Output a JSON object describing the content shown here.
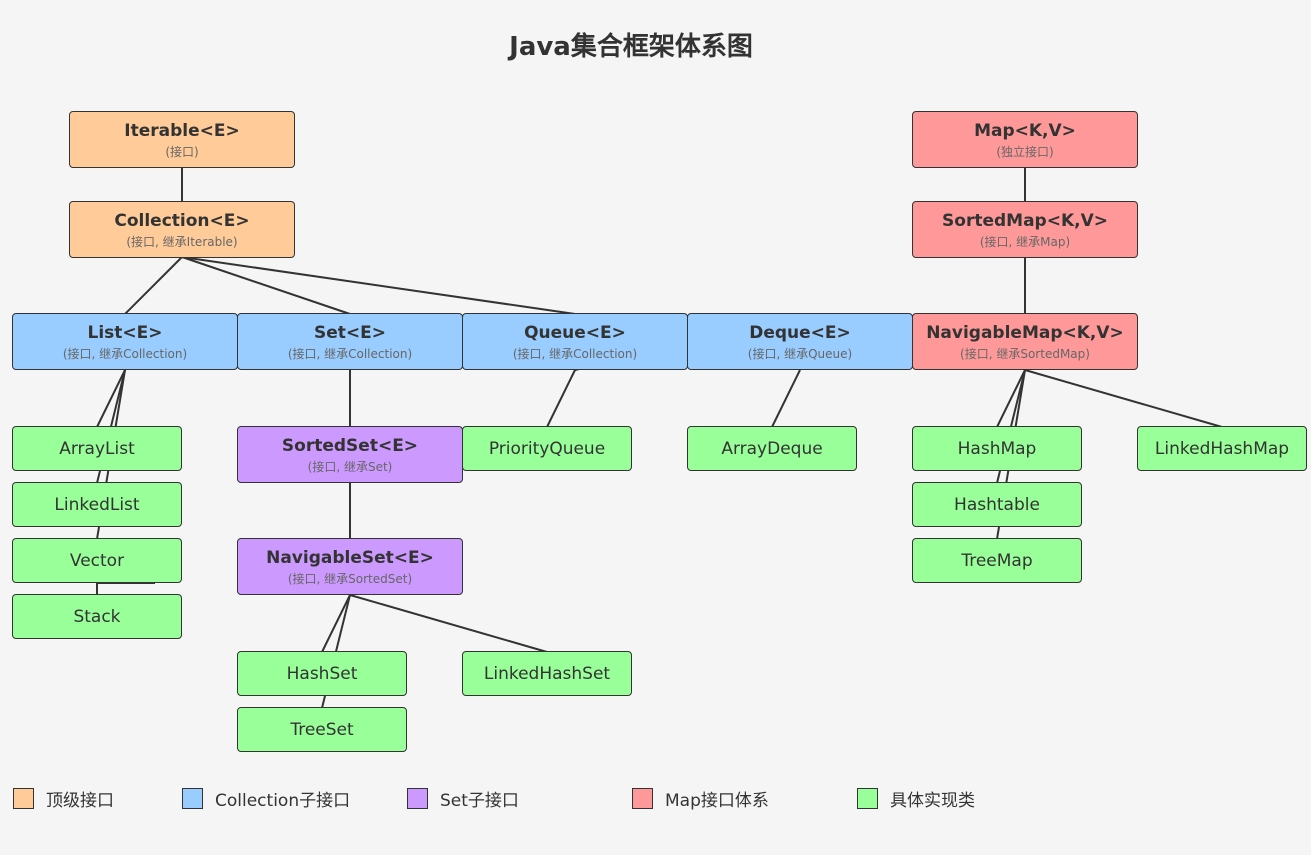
{
  "title": "Java集合框架体系图",
  "colors": {
    "top": "#ffcc99",
    "collection_sub": "#99ccff",
    "set_sub": "#cc99ff",
    "map": "#ff9999",
    "impl": "#99ff99",
    "line": "#333333"
  },
  "nodes": {
    "iterable": {
      "name": "Iterable<E>",
      "sub": "(接口)"
    },
    "collection": {
      "name": "Collection<E>",
      "sub": "(接口, 继承Iterable)"
    },
    "list": {
      "name": "List<E>",
      "sub": "(接口, 继承Collection)"
    },
    "set": {
      "name": "Set<E>",
      "sub": "(接口, 继承Collection)"
    },
    "queue": {
      "name": "Queue<E>",
      "sub": "(接口, 继承Collection)"
    },
    "deque": {
      "name": "Deque<E>",
      "sub": "(接口, 继承Queue)"
    },
    "map": {
      "name": "Map<K,V>",
      "sub": "(独立接口)"
    },
    "sortedmap": {
      "name": "SortedMap<K,V>",
      "sub": "(接口, 继承Map)"
    },
    "navigablemap": {
      "name": "NavigableMap<K,V>",
      "sub": "(接口, 继承SortedMap)"
    },
    "sortedset": {
      "name": "SortedSet<E>",
      "sub": "(接口, 继承Set)"
    },
    "navigableset": {
      "name": "NavigableSet<E>",
      "sub": "(接口, 继承SortedSet)"
    },
    "arraylist": {
      "name": "ArrayList"
    },
    "linkedlist": {
      "name": "LinkedList"
    },
    "vector": {
      "name": "Vector"
    },
    "stack": {
      "name": "Stack"
    },
    "priorityqueue": {
      "name": "PriorityQueue"
    },
    "arraydeque": {
      "name": "ArrayDeque"
    },
    "hashmap": {
      "name": "HashMap"
    },
    "hashtable": {
      "name": "Hashtable"
    },
    "treemap": {
      "name": "TreeMap"
    },
    "linkedhashmap": {
      "name": "LinkedHashMap"
    },
    "hashset": {
      "name": "HashSet"
    },
    "treeset": {
      "name": "TreeSet"
    },
    "linkedhashset": {
      "name": "LinkedHashSet"
    }
  },
  "legend": [
    {
      "label": "顶级接口",
      "color": "#ffcc99"
    },
    {
      "label": "Collection子接口",
      "color": "#99ccff"
    },
    {
      "label": "Set子接口",
      "color": "#cc99ff"
    },
    {
      "label": "Map接口体系",
      "color": "#ff9999"
    },
    {
      "label": "具体实现类",
      "color": "#99ff99"
    }
  ]
}
